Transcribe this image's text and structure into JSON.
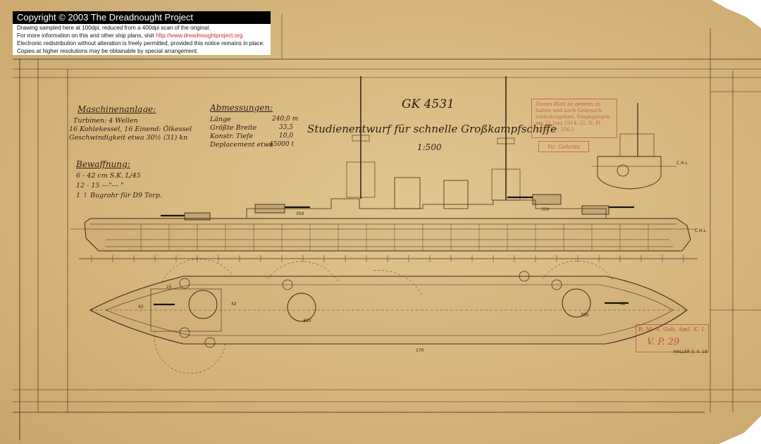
{
  "notice": {
    "title": "Copyright © 2003 The Dreadnought Project",
    "line1": "Drawing sampled here at 100dpi, reduced from a 400dpi scan of the original.",
    "line2_prefix": "For more information on this and other ship plans, visit ",
    "line2_url": "http://www.dreadnoughtproject.org",
    "line3": "Electronic redistribution without alteration is freely permitted, provided this notice remains in place.",
    "line4": "Copies at higher resolutions may be obtainable by special arrangement."
  },
  "drawing": {
    "number": "GK 4531",
    "title": "Studienentwurf für schnelle Großkampfschiffe",
    "scale": "1:500",
    "machinery": {
      "heading": "Maschinenanlage:",
      "lines": [
        "Turbinen: 4 Wellen",
        "16 Kohlekessel, 16 Einend: Ölkessel",
        "Geschwindigkeit etwa 30½ (31) kn"
      ]
    },
    "dimensions": {
      "heading": "Abmessungen:",
      "items": [
        {
          "label": "Länge",
          "value": "240,0 m"
        },
        {
          "label": "Größte Breite",
          "value": "33,5"
        },
        {
          "label": "Konstr. Tiefe",
          "value": "10,0"
        },
        {
          "label": "Deplacement etwa",
          "value": "45000 t"
        }
      ]
    },
    "armament": {
      "heading": "Bewaffnung:",
      "lines": [
        "6 - 42 cm S.K. L/45",
        "12 - 15 ---\"--- \"",
        "1 ↑ Bugrohr für D9 Torp."
      ]
    },
    "stamps": {
      "registry": "Dieses Blatt ist geheim zu halten und nach Gebrauch zurückzugeben. Eingegangen am 22 Juni 1914. (U. D. Pl. 1914, Nr. 206.)",
      "small": "Nr. Geheim",
      "office_line1": "R. M. A. Geh. Amt. K. I.",
      "office_line2": "V. P. 29"
    },
    "signature": "HALLER 3. II. 18"
  }
}
